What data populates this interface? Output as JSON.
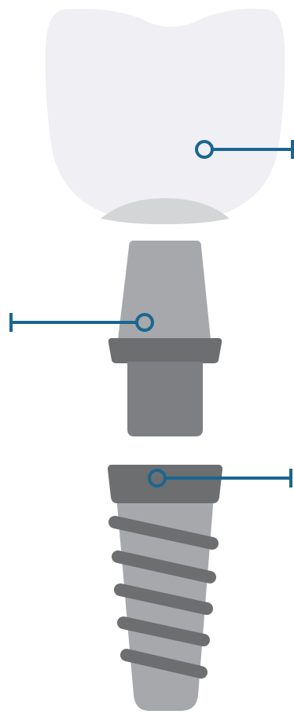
{
  "diagram": {
    "components": [
      {
        "id": "crown",
        "callout_side": "right"
      },
      {
        "id": "abutment",
        "callout_side": "left"
      },
      {
        "id": "implant-fixture",
        "callout_side": "right"
      }
    ],
    "colors": {
      "crown_fill": "#efeff4",
      "crown_base": "#d4d5d6",
      "abutment_upper": "#a6a8ab",
      "abutment_collar": "#6d6e70",
      "abutment_lower": "#7d7f82",
      "implant_body": "#a6a8ab",
      "implant_head": "#6d6e70",
      "implant_threads": "#6d6e70",
      "callout_line": "#1a6690",
      "background": "#ffffff"
    }
  }
}
